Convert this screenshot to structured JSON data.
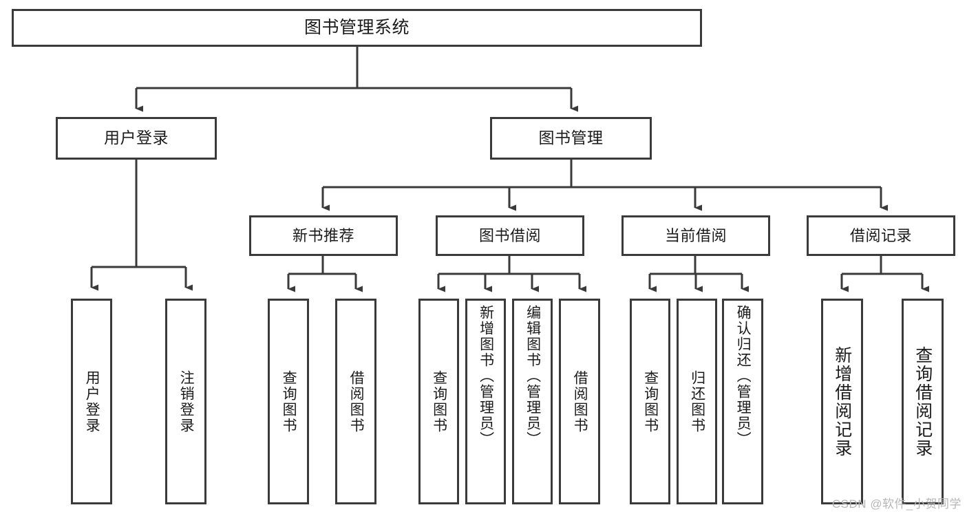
{
  "diagram": {
    "title": "图书管理系统",
    "type": "tree-hierarchy",
    "root": {
      "label": "图书管理系统"
    },
    "level2": [
      {
        "label": "用户登录"
      },
      {
        "label": "图书管理"
      }
    ],
    "level3": [
      {
        "label": "新书推荐"
      },
      {
        "label": "图书借阅"
      },
      {
        "label": "当前借阅"
      },
      {
        "label": "借阅记录"
      }
    ],
    "leaves": {
      "user_login": [
        {
          "label": "用户登录"
        },
        {
          "label": "注销登录"
        }
      ],
      "new_book_recommend": [
        {
          "label": "查询图书"
        },
        {
          "label": "借阅图书"
        }
      ],
      "book_borrow": [
        {
          "label": "查询图书"
        },
        {
          "label": "新增图书（管理员）"
        },
        {
          "label": "编辑图书（管理员）"
        },
        {
          "label": "借阅图书"
        }
      ],
      "current_borrow": [
        {
          "label": "查询图书"
        },
        {
          "label": "归还图书"
        },
        {
          "label": "确认归还（管理员）"
        }
      ],
      "borrow_record": [
        {
          "label": "新增借阅记录"
        },
        {
          "label": "查询借阅记录"
        }
      ]
    }
  },
  "watermark": {
    "text": "CSDN @软件_小贺同学"
  },
  "colors": {
    "stroke": "#3a3a3a",
    "background": "#ffffff",
    "text": "#1b1b1b",
    "watermark": "#b6b6b6"
  }
}
